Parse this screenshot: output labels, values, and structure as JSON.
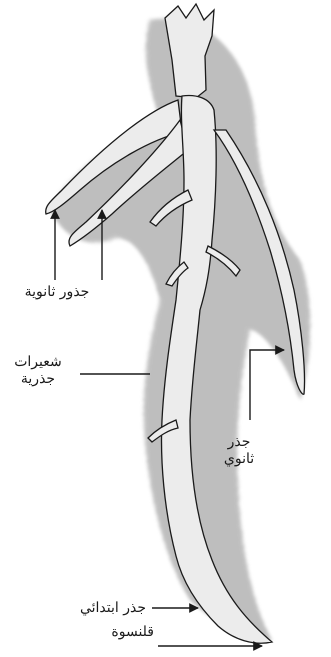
{
  "figure": {
    "subject": "root-system-drawing",
    "labels": {
      "secondary_roots": "جذور ثانوية",
      "root_hairs_line1": "شعيرات",
      "root_hairs_line2": "جذرية",
      "secondary_root_line1": "جذر",
      "secondary_root_line2": "ثانوي",
      "primary_root": "جذر ابتدائي",
      "root_cap": "قلنسوة"
    },
    "colors": {
      "ink": "#1a1a1a",
      "root_fill": "#ececec",
      "hairs": "#8a8a8a",
      "background": "#ffffff"
    }
  }
}
